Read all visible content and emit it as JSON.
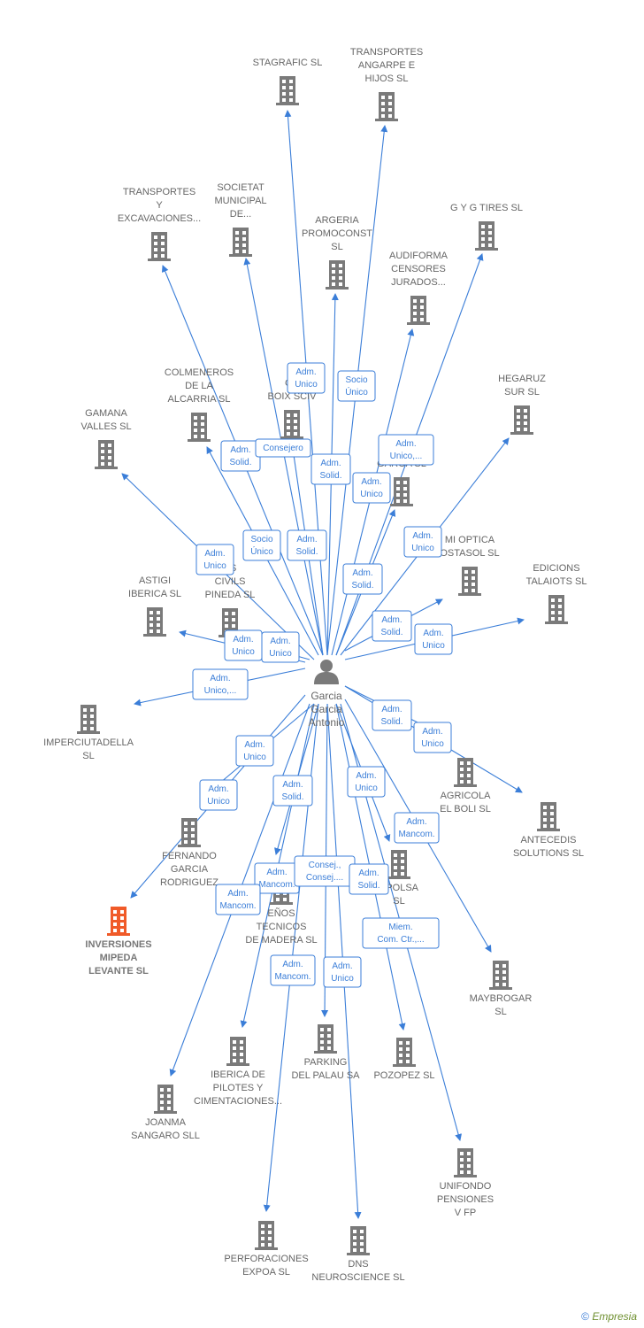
{
  "colors": {
    "edge": "#3b7ed8",
    "building": "#7a7a7a",
    "highlight": "#f05a28",
    "person": "#7a7a7a"
  },
  "center": {
    "name": [
      "Garcia",
      "Garcia",
      "Antonio"
    ],
    "icon": "person-icon"
  },
  "companies": [
    {
      "id": "stagrafic",
      "label": [
        "STAGRAFIC  SL"
      ]
    },
    {
      "id": "angarpe",
      "label": [
        "TRANSPORTES",
        "ANGARPE E",
        "HIJOS  SL"
      ]
    },
    {
      "id": "transportes-y",
      "label": [
        "TRANSPORTES",
        "Y",
        "EXCAVACIONES..."
      ]
    },
    {
      "id": "societat",
      "label": [
        "SOCIETAT",
        "MUNICIPAL",
        "DE..."
      ]
    },
    {
      "id": "argeria",
      "label": [
        "ARGERIA",
        "PROMOCONST",
        "SL"
      ]
    },
    {
      "id": "gygtires",
      "label": [
        "G Y G TIRES SL"
      ]
    },
    {
      "id": "audiforma",
      "label": [
        "AUDIFORMA",
        "CENSORES",
        "JURADOS..."
      ]
    },
    {
      "id": "colmeneros",
      "label": [
        "COLMENEROS",
        "DE LA",
        "ALCARRIA  SL"
      ]
    },
    {
      "id": "boix",
      "label": [
        "GA",
        "BOIX SCIV"
      ]
    },
    {
      "id": "hegaruz",
      "label": [
        "HEGARUZ",
        "SUR  SL"
      ]
    },
    {
      "id": "gamana",
      "label": [
        "GAMANA",
        "VALLES SL"
      ]
    },
    {
      "id": "garga",
      "label": [
        "GARGA  SL"
      ]
    },
    {
      "id": "optica",
      "label": [
        "MI OPTICA",
        "OSTASOL  SL"
      ]
    },
    {
      "id": "edicions",
      "label": [
        "EDICIONS",
        "TALAIOTS SL"
      ]
    },
    {
      "id": "astigi",
      "label": [
        "ASTIGI",
        "IBERICA SL"
      ]
    },
    {
      "id": "civils",
      "label": [
        "ES",
        "CIVILS",
        "PINEDA SL"
      ]
    },
    {
      "id": "imperciu",
      "label": [
        "IMPERCIUTADELLA",
        "SL"
      ]
    },
    {
      "id": "agricola",
      "label": [
        "AGRICOLA",
        "EL BOLI  SL"
      ]
    },
    {
      "id": "antecedis",
      "label": [
        "ANTECEDIS",
        "SOLUTIONS SL"
      ]
    },
    {
      "id": "fernando",
      "label": [
        "FERNANDO",
        "GARCIA",
        "RODRIGUEZ"
      ]
    },
    {
      "id": "inversiones",
      "label": [
        "INVERSIONES",
        "MIPEDA",
        "LEVANTE  SL"
      ],
      "highlight": true
    },
    {
      "id": "apolsa",
      "label": [
        "APOLSA",
        "SL"
      ]
    },
    {
      "id": "disenos",
      "label": [
        "EÑOS",
        "TECNICOS",
        "DE MADERA SL"
      ]
    },
    {
      "id": "maybrogar",
      "label": [
        "MAYBROGAR",
        "SL"
      ]
    },
    {
      "id": "iberica-pilotes",
      "label": [
        "IBERICA DE",
        "PILOTES Y",
        "CIMENTACIONES..."
      ]
    },
    {
      "id": "parking",
      "label": [
        "PARKING",
        "DEL PALAU SA"
      ]
    },
    {
      "id": "pozopez",
      "label": [
        "POZOPEZ  SL"
      ]
    },
    {
      "id": "joanma",
      "label": [
        "JOANMA",
        "SANGARO SLL"
      ]
    },
    {
      "id": "unifondo",
      "label": [
        "UNIFONDO",
        "PENSIONES",
        "V FP"
      ]
    },
    {
      "id": "perforaciones",
      "label": [
        "PERFORACIONES",
        "EXPOA SL"
      ]
    },
    {
      "id": "dns",
      "label": [
        "DNS",
        "NEUROSCIENCE SL"
      ]
    }
  ],
  "relations": [
    {
      "id": "r-stagrafic",
      "lines": [
        "Adm.",
        "Unico"
      ]
    },
    {
      "id": "r-angarpe",
      "lines": [
        "Socio",
        "Único"
      ]
    },
    {
      "id": "r-transportes-y",
      "lines": [
        "Adm.",
        "Solid."
      ]
    },
    {
      "id": "r-societat",
      "lines": [
        "Consejero"
      ]
    },
    {
      "id": "r-argeria",
      "lines": [
        "Adm.",
        "Solid."
      ]
    },
    {
      "id": "r-gygtires",
      "lines": [
        "Adm.",
        "Unico,..."
      ]
    },
    {
      "id": "r-audiforma",
      "lines": [
        "Adm.",
        "Unico"
      ]
    },
    {
      "id": "r-colmeneros",
      "lines": [
        "Socio",
        "Único"
      ]
    },
    {
      "id": "r-boix",
      "lines": [
        "Adm.",
        "Solid."
      ]
    },
    {
      "id": "r-hegaruz",
      "lines": [
        "Adm.",
        "Unico"
      ]
    },
    {
      "id": "r-gamana",
      "lines": [
        "Adm.",
        "Unico"
      ]
    },
    {
      "id": "r-garga",
      "lines": [
        "Adm.",
        "Solid."
      ]
    },
    {
      "id": "r-optica",
      "lines": [
        "Adm.",
        "Solid."
      ]
    },
    {
      "id": "r-edicions",
      "lines": [
        "Adm.",
        "Unico"
      ]
    },
    {
      "id": "r-astigi",
      "lines": [
        "Adm.",
        "Unico"
      ]
    },
    {
      "id": "r-civils",
      "lines": [
        "Adm.",
        "Unico"
      ]
    },
    {
      "id": "r-imperciu",
      "lines": [
        "Adm.",
        "Unico,..."
      ]
    },
    {
      "id": "r-agricola",
      "lines": [
        "Adm.",
        "Solid."
      ]
    },
    {
      "id": "r-antecedis",
      "lines": [
        "Adm.",
        "Unico"
      ]
    },
    {
      "id": "r-fernando",
      "lines": [
        "Adm.",
        "Unico"
      ]
    },
    {
      "id": "r-inversiones",
      "lines": [
        "Adm.",
        "Unico"
      ]
    },
    {
      "id": "r-disenos",
      "lines": [
        "Adm.",
        "Solid."
      ]
    },
    {
      "id": "r-apolsa",
      "lines": [
        "Adm.",
        "Unico"
      ]
    },
    {
      "id": "r-maybrogar",
      "lines": [
        "Adm.",
        "Mancom."
      ]
    },
    {
      "id": "r-iberica",
      "lines": [
        "Adm.",
        "Mancom."
      ]
    },
    {
      "id": "r-parking",
      "lines": [
        "Consej.,",
        "Consej...."
      ]
    },
    {
      "id": "r-pozopez",
      "lines": [
        "Adm.",
        "Solid."
      ]
    },
    {
      "id": "r-joanma",
      "lines": [
        "Adm.",
        "Mancom."
      ]
    },
    {
      "id": "r-unifondo",
      "lines": [
        "Miem.",
        "Com. Ctr.,..."
      ]
    },
    {
      "id": "r-perforaciones",
      "lines": [
        "Adm.",
        "Mancom."
      ]
    },
    {
      "id": "r-dns",
      "lines": [
        "Adm.",
        "Unico"
      ]
    }
  ],
  "footer": {
    "copyright": "©",
    "brand": "Empresia"
  }
}
